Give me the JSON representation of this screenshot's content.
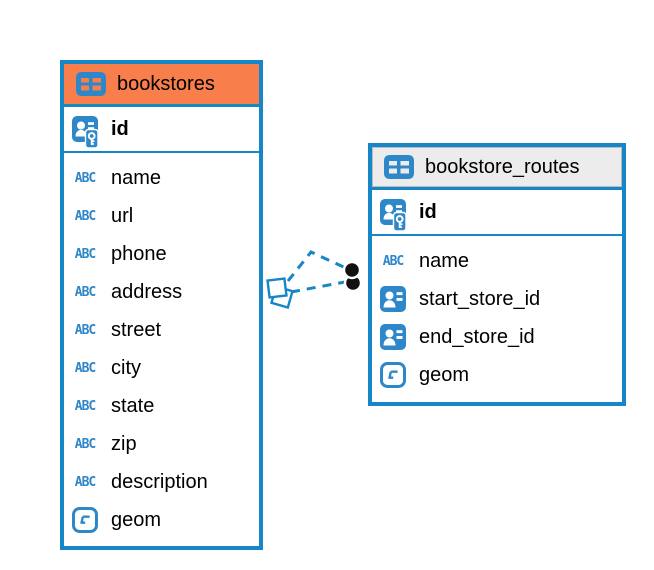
{
  "diagram": {
    "type_icon_labels": {
      "text": "ABC"
    },
    "colors": {
      "accent_blue": "#1586C8",
      "icon_blue": "#2E87C9",
      "header_orange": "#F87E4B",
      "header_gray": "#ECECEC",
      "dot_black": "#111111",
      "text_black": "#000000",
      "canvas_white": "#FFFFFF"
    },
    "tables": [
      {
        "name": "bookstores",
        "icon": "table-icon",
        "header_style": "orange",
        "primary_key": {
          "name": "id",
          "icon": "primary-key-icon"
        },
        "columns": [
          {
            "name": "name",
            "icon": "text-type-icon"
          },
          {
            "name": "url",
            "icon": "text-type-icon"
          },
          {
            "name": "phone",
            "icon": "text-type-icon"
          },
          {
            "name": "address",
            "icon": "text-type-icon"
          },
          {
            "name": "street",
            "icon": "text-type-icon"
          },
          {
            "name": "city",
            "icon": "text-type-icon"
          },
          {
            "name": "state",
            "icon": "text-type-icon"
          },
          {
            "name": "zip",
            "icon": "text-type-icon"
          },
          {
            "name": "description",
            "icon": "text-type-icon"
          },
          {
            "name": "geom",
            "icon": "geometry-type-icon"
          }
        ]
      },
      {
        "name": "bookstore_routes",
        "icon": "table-icon",
        "header_style": "gray",
        "primary_key": {
          "name": "id",
          "icon": "primary-key-icon"
        },
        "columns": [
          {
            "name": "name",
            "icon": "text-type-icon"
          },
          {
            "name": "start_store_id",
            "icon": "reference-column-icon"
          },
          {
            "name": "end_store_id",
            "icon": "reference-column-icon"
          },
          {
            "name": "geom",
            "icon": "geometry-type-icon"
          }
        ]
      }
    ],
    "relationships": [
      {
        "from": "bookstores",
        "to": "bookstore_routes",
        "line_style": "dashed",
        "source_marker": "diamond",
        "target_marker": "dot"
      },
      {
        "from": "bookstores",
        "to": "bookstore_routes",
        "line_style": "dashed",
        "source_marker": "diamond",
        "target_marker": "dot"
      }
    ]
  }
}
